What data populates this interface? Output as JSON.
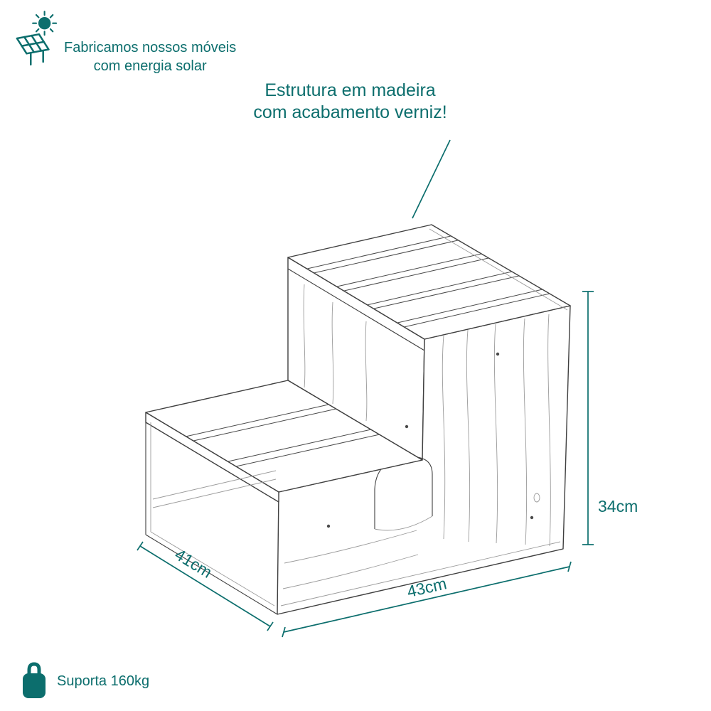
{
  "solar_badge": {
    "icon": "solar-panel-icon",
    "line1": "Fabricamos nossos móveis",
    "line2": "com energia solar"
  },
  "callout": {
    "line1": "Estrutura em madeira",
    "line2": "com acabamento verniz!"
  },
  "dimensions": {
    "depth_label": "41cm",
    "width_label": "43cm",
    "height_label": "34cm"
  },
  "weight_badge": {
    "icon": "weight-icon",
    "label": "Suporta 160kg"
  },
  "colors": {
    "accent": "#0c6e6d",
    "sketch_stroke": "#3f3f3f",
    "sketch_grain": "#9b9b9b"
  }
}
